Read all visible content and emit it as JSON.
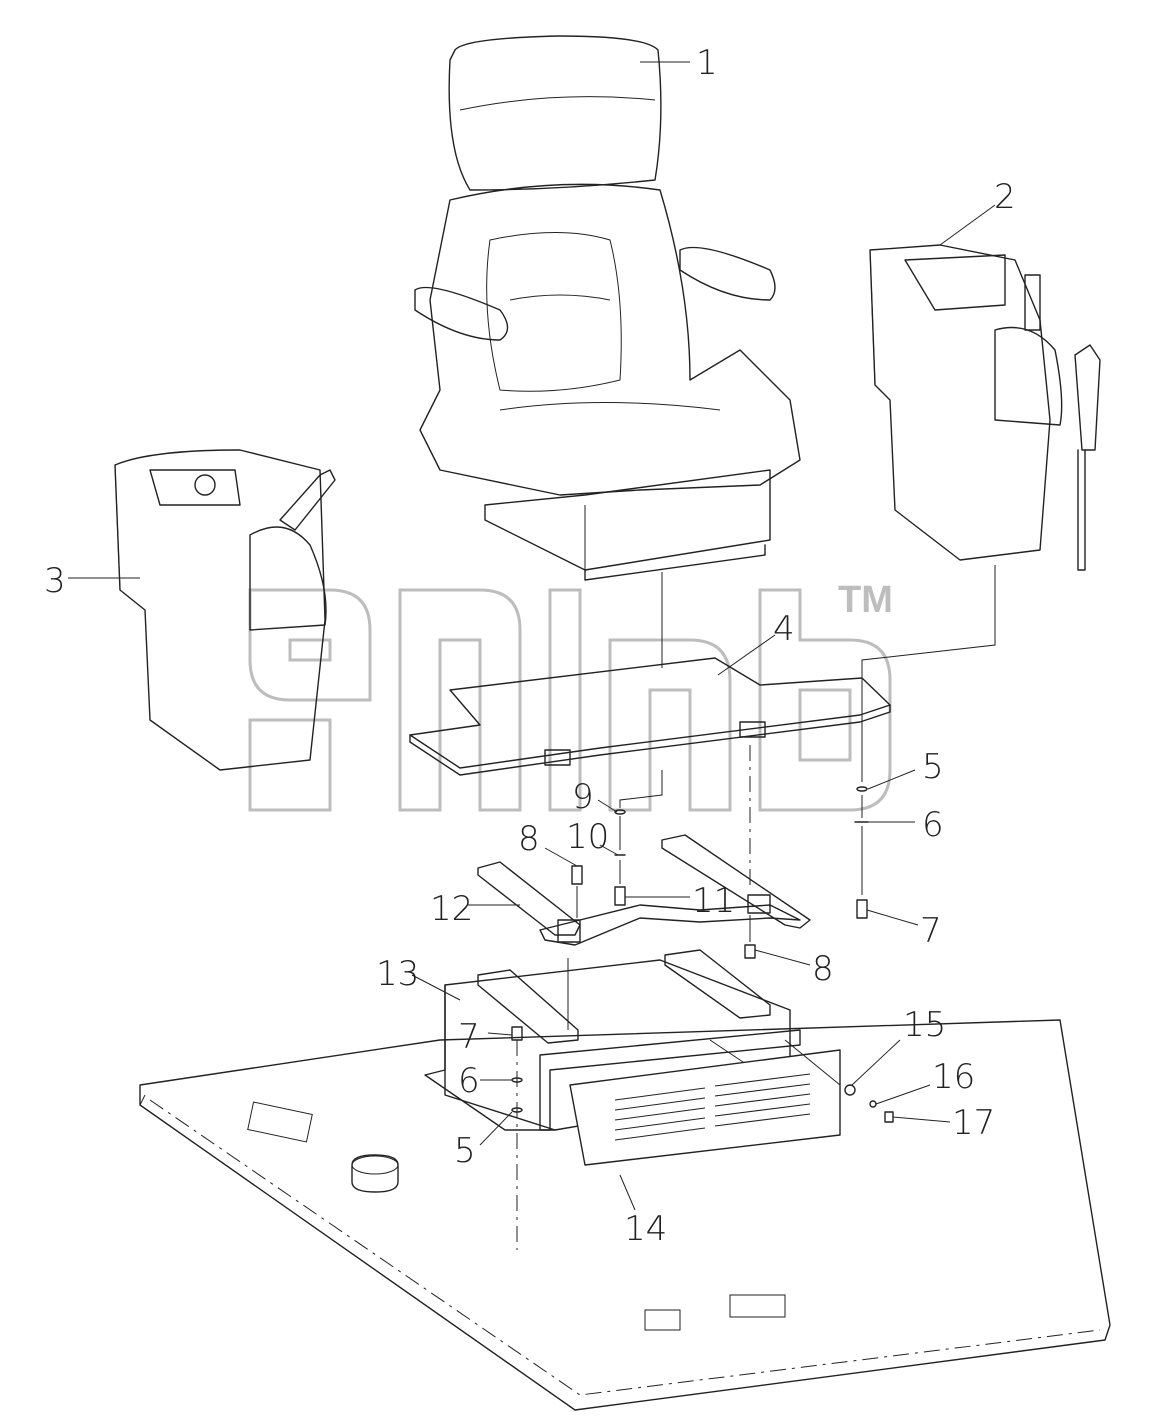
{
  "callouts": [
    "1",
    "2",
    "3",
    "4",
    "5",
    "6",
    "7",
    "8",
    "9",
    "10",
    "11",
    "12",
    "13",
    "14",
    "15",
    "16",
    "17"
  ],
  "callouts_repeat": {
    "five_b": "5",
    "six_b": "6",
    "seven_b": "7",
    "eight_b": "8"
  },
  "watermark": {
    "trademark": "TM"
  }
}
